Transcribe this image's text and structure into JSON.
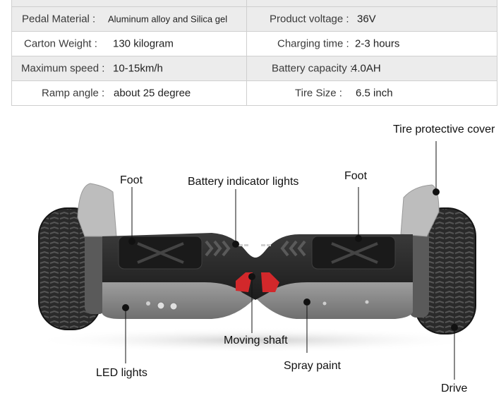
{
  "specs": [
    {
      "left_label": "Pedal Material :",
      "left_value": "Aluminum alloy and Silica gel",
      "right_label": "Product voltage :",
      "right_value": "36V"
    },
    {
      "left_label": "Carton Weight :",
      "left_value": "130 kilogram",
      "right_label": "Charging time :",
      "right_value": "2-3 hours"
    },
    {
      "left_label": "Maximum speed :",
      "left_value": "10-15km/h",
      "right_label": "Battery capacity :",
      "right_value": "4.0AH"
    },
    {
      "left_label": "Ramp angle :",
      "left_value": "about 25 degree",
      "right_label": "Tire Size :",
      "right_value": "6.5 inch"
    }
  ],
  "callouts": {
    "tire_cover": "Tire protective cover",
    "foot_left": "Foot",
    "battery_lights": "Battery indicator lights",
    "foot_right": "Foot",
    "moving_shaft": "Moving shaft",
    "led_lights": "LED lights",
    "spray_paint": "Spray paint",
    "drive": "Drive"
  },
  "colors": {
    "body_dark": "#2b2b2b",
    "body_grey": "#8e8e8e",
    "tire": "#2a2a2a",
    "fender": "#bdbdbd",
    "led_red": "#d2282b",
    "table_border": "#cfcfcf",
    "table_shade": "#ececec"
  }
}
